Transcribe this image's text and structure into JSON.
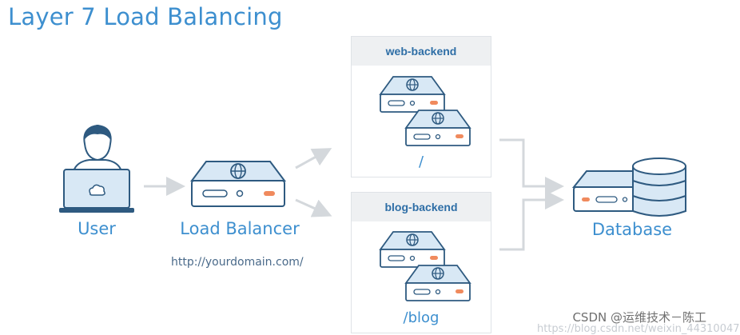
{
  "diagram": {
    "title": "Layer 7 Load Balancing",
    "nodes": {
      "user": {
        "label": "User"
      },
      "load_balancer": {
        "label": "Load Balancer",
        "url": "http://yourdomain.com/"
      },
      "database": {
        "label": "Database"
      }
    },
    "groups": [
      {
        "name": "web-backend",
        "path": "/"
      },
      {
        "name": "blog-backend",
        "path": "/blog"
      }
    ]
  },
  "watermark": {
    "text": "CSDN @运维技术－陈工",
    "faint_text": "https://blog.csdn.net/weixin_44310047"
  },
  "colors": {
    "accent": "#3d8fcf",
    "dark_outline": "#2e5a80",
    "server_fill": "#d8e8f5",
    "orange": "#f08a5d",
    "arrow": "#d4d8dc"
  }
}
